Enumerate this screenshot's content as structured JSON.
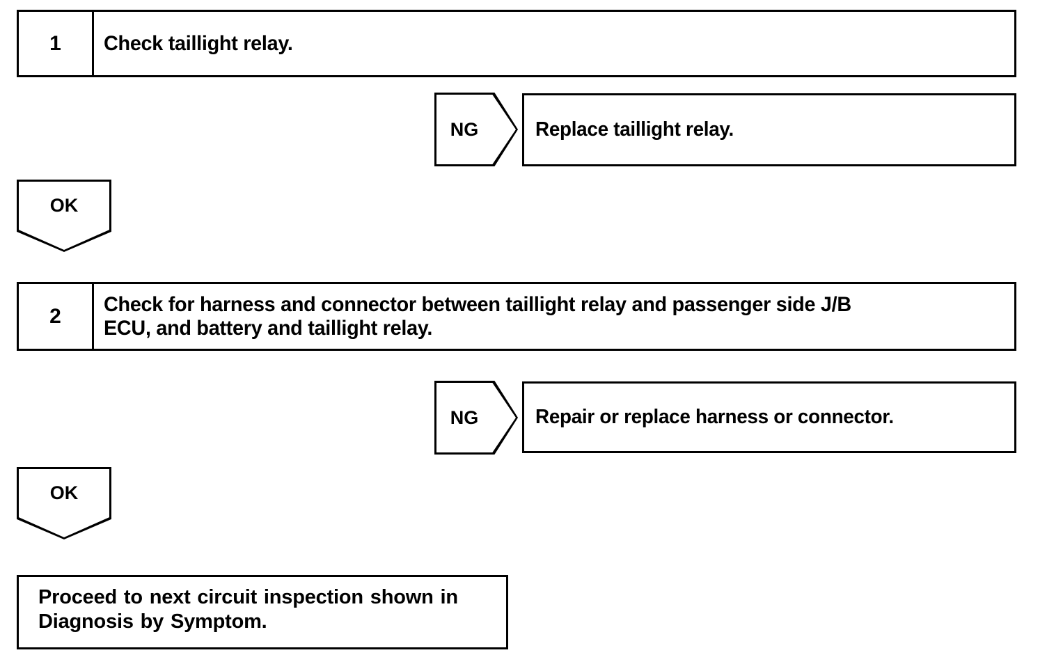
{
  "document": {
    "type": "automotive-diagnostic-flowchart",
    "title": "Taillight Relay Circuit Inspection"
  },
  "steps": [
    {
      "number": "1",
      "text": "Check taillight relay.",
      "ng": {
        "label": "NG",
        "action": "Replace taillight relay."
      },
      "ok": {
        "label": "OK"
      }
    },
    {
      "number": "2",
      "text": "Check for harness and connector between taillight relay and passenger side J/B\nECU, and battery and taillight relay.",
      "ng": {
        "label": "NG",
        "action": "Repair or replace harness or connector."
      },
      "ok": {
        "label": "OK"
      }
    }
  ],
  "final": {
    "text": "Proceed to next circuit inspection shown in\nDiagnosis by Symptom."
  },
  "colors": {
    "line": "#000000",
    "background": "#ffffff",
    "text": "#000000"
  }
}
